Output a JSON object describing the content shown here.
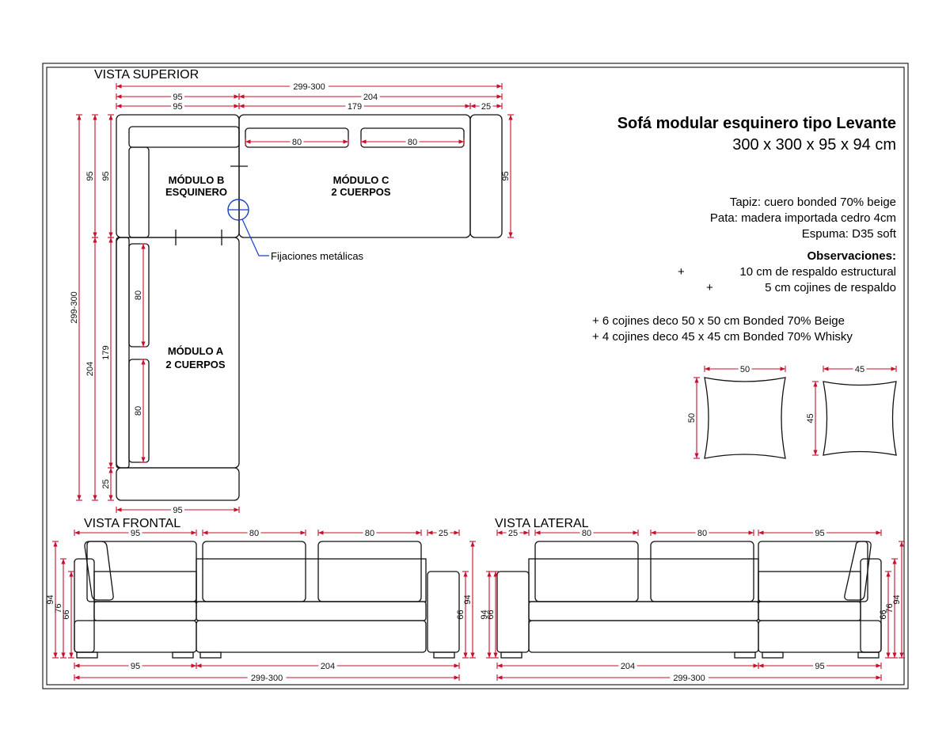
{
  "title": "Sofá modular esquinero tipo Levante",
  "subtitle": "300 x 300 x 95 x 94 cm",
  "specs": {
    "tapiz": "Tapiz: cuero bonded 70% beige",
    "pata": "Pata: madera importada cedro 4cm",
    "espuma": "Espuma: D35 soft",
    "obs_heading": "Observaciones:",
    "obs1_plus": "+",
    "obs1": "10 cm de respaldo estructural",
    "obs2_plus": "+",
    "obs2": "5 cm cojines de respaldo",
    "cojines1": "+ 6 cojines deco 50 x 50 cm Bonded 70% Beige",
    "cojines2": "+ 4 cojines deco 45 x 45 cm Bonded 70% Whisky"
  },
  "views": {
    "superior": "VISTA SUPERIOR",
    "frontal": "VISTA FRONTAL",
    "lateral": "VISTA LATERAL"
  },
  "modules": {
    "b1": "MÓDULO B",
    "b2": "ESQUINERO",
    "c1": "MÓDULO C",
    "c2": "2 CUERPOS",
    "a1": "MÓDULO A",
    "a2": "2 CUERPOS"
  },
  "callout": "Fijaciones metálicas",
  "dims": {
    "top_total": "299-300",
    "top_204": "204",
    "top_95a": "95",
    "top_95b": "95",
    "top_179": "179",
    "top_25": "25",
    "cush_c1": "80",
    "cush_c2": "80",
    "right_95": "95",
    "left_299": "299-300",
    "left_204": "204",
    "left_95a": "95",
    "left_95b": "95",
    "left_179": "179",
    "left_25": "25",
    "cush_a1": "80",
    "cush_a2": "80",
    "bottom_95": "95",
    "f_95": "95",
    "f_80a": "80",
    "f_80b": "80",
    "f_25": "25",
    "f_94l": "94",
    "f_76l": "76",
    "f_66l": "66",
    "f_66r": "66",
    "f_94r": "94",
    "f_b95": "95",
    "f_b204": "204",
    "f_btotal": "299-300",
    "l_25": "25",
    "l_80a": "80",
    "l_80b": "80",
    "l_95": "95",
    "l_94l": "94",
    "l_66l": "66",
    "l_66r": "66",
    "l_76r": "76",
    "l_94r": "94",
    "l_b204": "204",
    "l_b95": "95",
    "l_btotal": "299-300",
    "p50w": "50",
    "p50h": "50",
    "p45w": "45",
    "p45h": "45"
  }
}
